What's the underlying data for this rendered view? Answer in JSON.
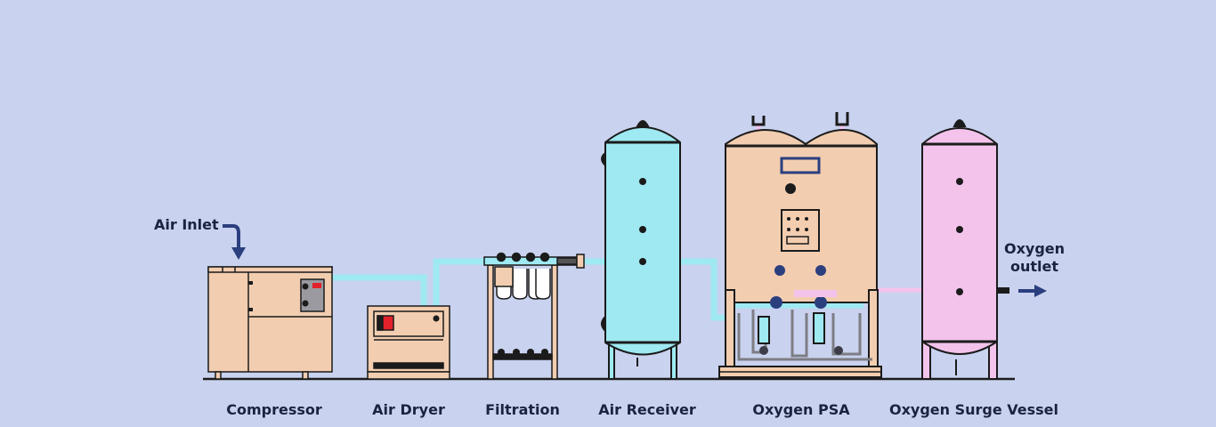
{
  "diagram": {
    "annotations": {
      "air_inlet": "Air Inlet",
      "oxygen_outlet_line1": "Oxygen",
      "oxygen_outlet_line2": "outlet"
    },
    "stages": [
      {
        "label": "Compressor"
      },
      {
        "label": "Air Dryer"
      },
      {
        "label": "Filtration"
      },
      {
        "label": "Air Receiver"
      },
      {
        "label": "Oxygen PSA"
      },
      {
        "label": "Oxygen Surge Vessel"
      }
    ],
    "colors": {
      "background": "#c9d2ee",
      "equipment_body": "#f2cdb0",
      "air_pipe": "#9ee9f2",
      "oxygen_pipe": "#f3c3ec",
      "arrow": "#2b3f7f",
      "outline": "#1b1b1b"
    },
    "icons": [
      "down-arrow-icon",
      "right-arrow-icon"
    ]
  }
}
